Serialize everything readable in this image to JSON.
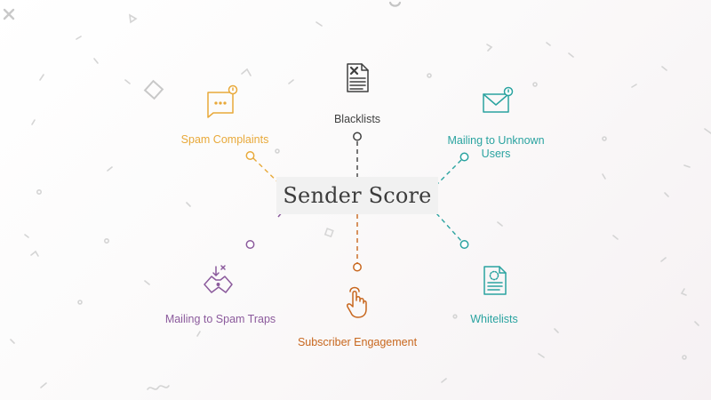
{
  "center": {
    "title": "Sender Score"
  },
  "colors": {
    "dark": "#3f3f3f",
    "amber": "#e8a93a",
    "teal": "#2aa3a0",
    "purple": "#8b5a9c",
    "orange": "#c8671e",
    "decor": "#cfcfcf"
  },
  "factors": [
    {
      "id": "blacklists",
      "label": "Blacklists",
      "icon": "blacklist-document-icon",
      "color": "#3f3f3f"
    },
    {
      "id": "spam-complaints",
      "label": "Spam Complaints",
      "icon": "spam-complaint-envelope-icon",
      "color": "#e8a93a"
    },
    {
      "id": "unknown-users",
      "label": "Mailing to Unknown Users",
      "label_lines": [
        "Mailing to Unknown",
        "Users"
      ],
      "icon": "unknown-user-envelope-icon",
      "color": "#2aa3a0"
    },
    {
      "id": "spam-traps",
      "label": "Mailing to Spam Traps",
      "icon": "spam-trap-icon",
      "color": "#8b5a9c"
    },
    {
      "id": "subscriber-engagement",
      "label": "Subscriber Engagement",
      "icon": "pointing-hand-icon",
      "color": "#c8671e"
    },
    {
      "id": "whitelists",
      "label": "Whitelists",
      "icon": "whitelist-document-icon",
      "color": "#2aa3a0"
    }
  ]
}
